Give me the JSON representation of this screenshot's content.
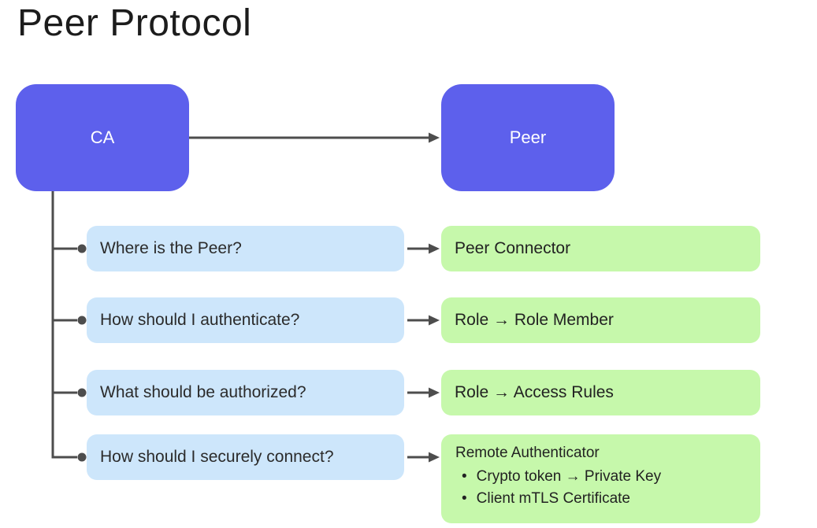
{
  "title": "Peer Protocol",
  "colors": {
    "node_fill": "#5d60ec",
    "node_text": "#ffffff",
    "question_fill": "#cde6fb",
    "answer_fill": "#c6f8ab",
    "connector": "#4d4d4d",
    "text": "#2b2b2b",
    "background": "#ffffff"
  },
  "nodes": {
    "ca": "CA",
    "peer": "Peer"
  },
  "rows": [
    {
      "question": "Where is the Peer?",
      "answer": "Peer Connector"
    },
    {
      "question": "How should I authenticate?",
      "answer": "Role → Role Member"
    },
    {
      "question": "What should be authorized?",
      "answer": "Role → Access Rules"
    },
    {
      "question": "How should I securely connect?",
      "answer_title": "Remote Authenticator",
      "bullets": [
        "Crypto token → Private Key",
        "Client mTLS Certificate"
      ]
    }
  ]
}
